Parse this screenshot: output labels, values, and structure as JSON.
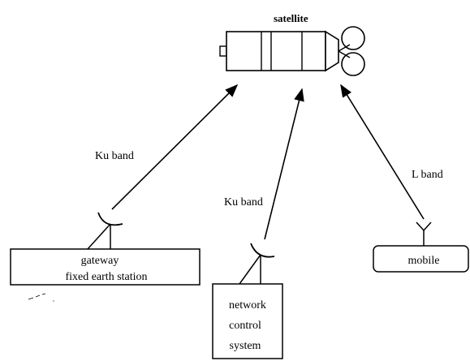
{
  "diagram": {
    "satellite_label": "satellite",
    "links": {
      "gateway_band": "Ku band",
      "ncs_band": "Ku band",
      "mobile_band": "L band"
    },
    "nodes": {
      "gateway_line1": "gateway",
      "gateway_line2": "fixed earth station",
      "ncs_line1": "network",
      "ncs_line2": "control",
      "ncs_line3": "system",
      "mobile_label": "mobile"
    }
  }
}
